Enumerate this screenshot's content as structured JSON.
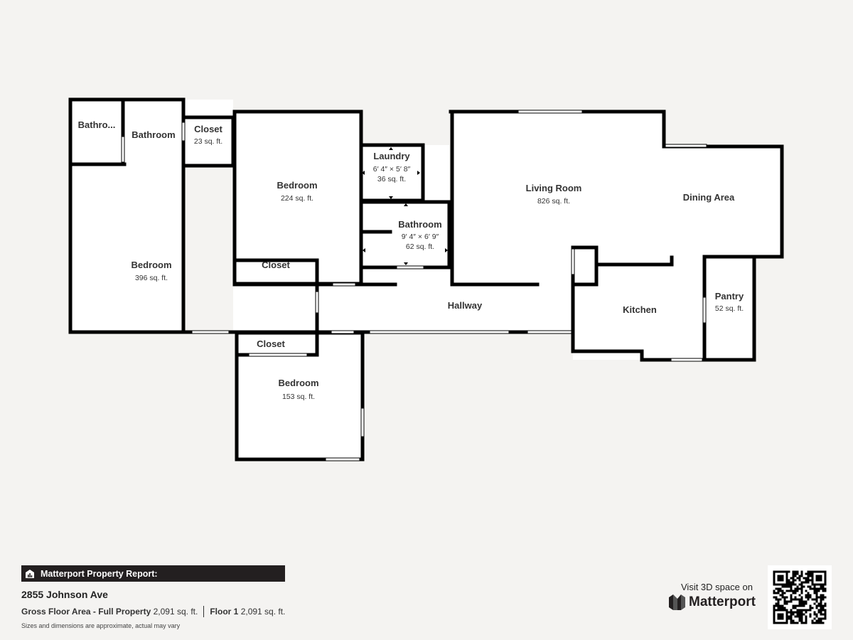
{
  "rooms": {
    "bath_small": {
      "name": "Bathro..."
    },
    "bath_master": {
      "name": "Bathroom"
    },
    "closet_top": {
      "name": "Closet",
      "area": "23 sq. ft."
    },
    "bedroom_middle": {
      "name": "Bedroom",
      "area": "224 sq. ft."
    },
    "laundry": {
      "name": "Laundry",
      "dims": "6′ 4″ × 5′ 8″",
      "area": "36 sq. ft."
    },
    "bath_hall": {
      "name": "Bathroom",
      "dims": "9′ 4″ × 6′ 9″",
      "area": "62 sq. ft."
    },
    "bedroom_master": {
      "name": "Bedroom",
      "area": "396 sq. ft."
    },
    "closet_middle": {
      "name": "Closet"
    },
    "living_room": {
      "name": "Living Room",
      "area": "826 sq. ft."
    },
    "dining_area": {
      "name": "Dining Area"
    },
    "hallway": {
      "name": "Hallway"
    },
    "kitchen": {
      "name": "Kitchen"
    },
    "pantry": {
      "name": "Pantry",
      "area": "52 sq. ft."
    },
    "closet_bottom": {
      "name": "Closet"
    },
    "bedroom_bottom": {
      "name": "Bedroom",
      "area": "153 sq. ft."
    }
  },
  "footer": {
    "report_label": "Matterport Property Report:",
    "address": "2855 Johnson Ave",
    "gross_label": "Gross Floor Area - Full Property",
    "gross_value": "2,091 sq. ft.",
    "floor_label": "Floor 1",
    "floor_value": "2,091 sq. ft.",
    "disclaimer": "Sizes and dimensions are approximate, actual may vary",
    "visit_text": "Visit 3D space on",
    "brand_name": "Matterport"
  },
  "icons": {
    "report": "building-chart-icon",
    "brand": "matterport-logo-icon",
    "qr": "qr-code-icon"
  },
  "colors": {
    "background": "#f4f3f1",
    "wall": "#000000",
    "floor": "#ffffff",
    "bar": "#231f20"
  }
}
